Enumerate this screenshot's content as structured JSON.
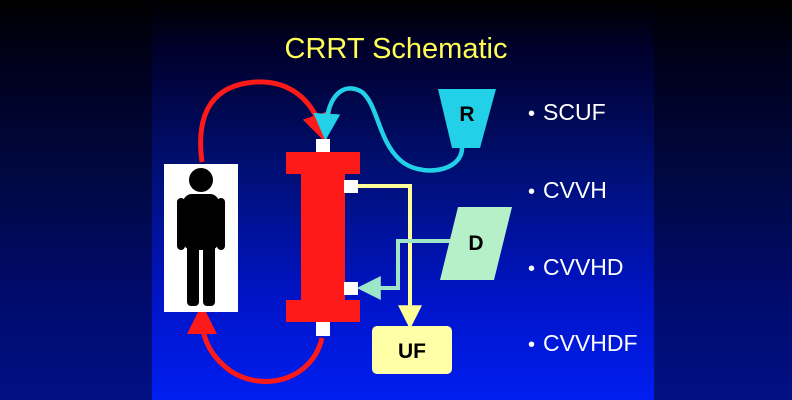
{
  "title": "CRRT Schematic",
  "boxes": {
    "replacement": "R",
    "dialysate": "D",
    "ultrafiltrate": "UF"
  },
  "modes": [
    "SCUF",
    "CVVH",
    "CVVHD",
    "CVVHDF"
  ],
  "colors": {
    "title": "#ffff55",
    "blood": "#ff1a1a",
    "replacement_line": "#22d0e8",
    "dialysate_line": "#9ee6c8",
    "ultrafiltrate_line": "#ffff99",
    "uf_box": "#ffffa8",
    "patient_card": "#ffffff",
    "patient_figure": "#000000"
  },
  "icons": [
    "person-icon"
  ]
}
